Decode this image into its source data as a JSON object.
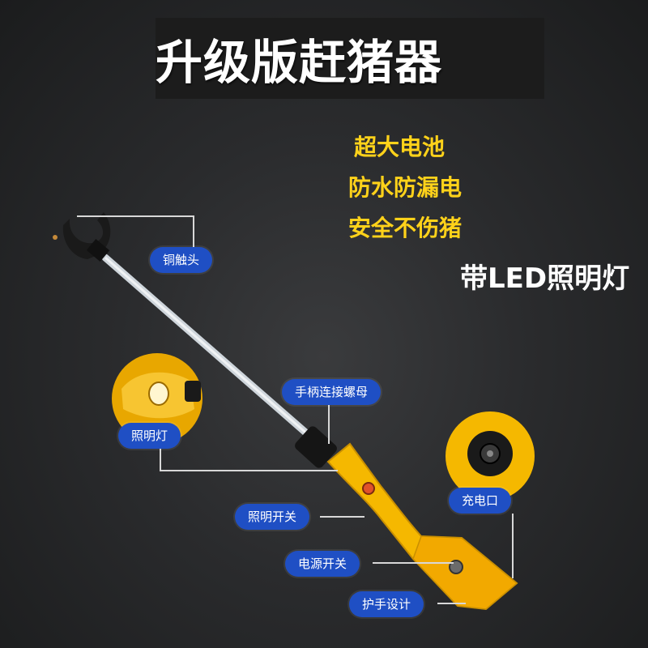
{
  "title": "升级版赶猪器",
  "features": [
    "超大电池",
    "防水防漏电",
    "安全不伤猪"
  ],
  "led_label": "带LED照明灯",
  "callouts": {
    "copper_head": "铜触头",
    "handle_nut": "手柄连接螺母",
    "light": "照明灯",
    "charge_port": "充电口",
    "light_switch": "照明开关",
    "power_switch": "电源开关",
    "hand_guard": "护手设计"
  },
  "colors": {
    "callout_bg": "#1f4fc4",
    "feature_text": "#ffd21a",
    "handle_yellow": "#f5b800"
  }
}
